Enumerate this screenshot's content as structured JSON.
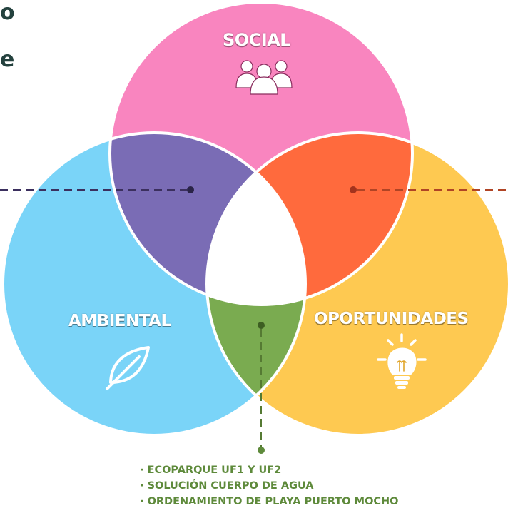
{
  "sets": {
    "social": {
      "label": "SOCIAL",
      "color": "#f985bf",
      "icon": "people-icon"
    },
    "ambiental": {
      "label": "AMBIENTAL",
      "color": "#7ad4f8",
      "icon": "leaf-icon"
    },
    "oportunidades": {
      "label": "OPORTUNIDADES",
      "color": "#fec951",
      "icon": "lightbulb-icon"
    }
  },
  "intersections": {
    "social_ambiental": {
      "color": "#7a6cb5"
    },
    "social_oportunidades": {
      "color": "#ff6a3d"
    },
    "ambiental_oportunidades": {
      "color": "#7aab50"
    },
    "center": {
      "color": "#ffffff"
    }
  },
  "cropped_heading": {
    "line1": "o",
    "line2": "e"
  },
  "projects": [
    "ECOPARQUE UF1 Y UF2",
    "SOLUCIÓN CUERPO DE AGUA",
    "ORDENAMIENTO DE PLAYA PUERTO MOCHO"
  ]
}
